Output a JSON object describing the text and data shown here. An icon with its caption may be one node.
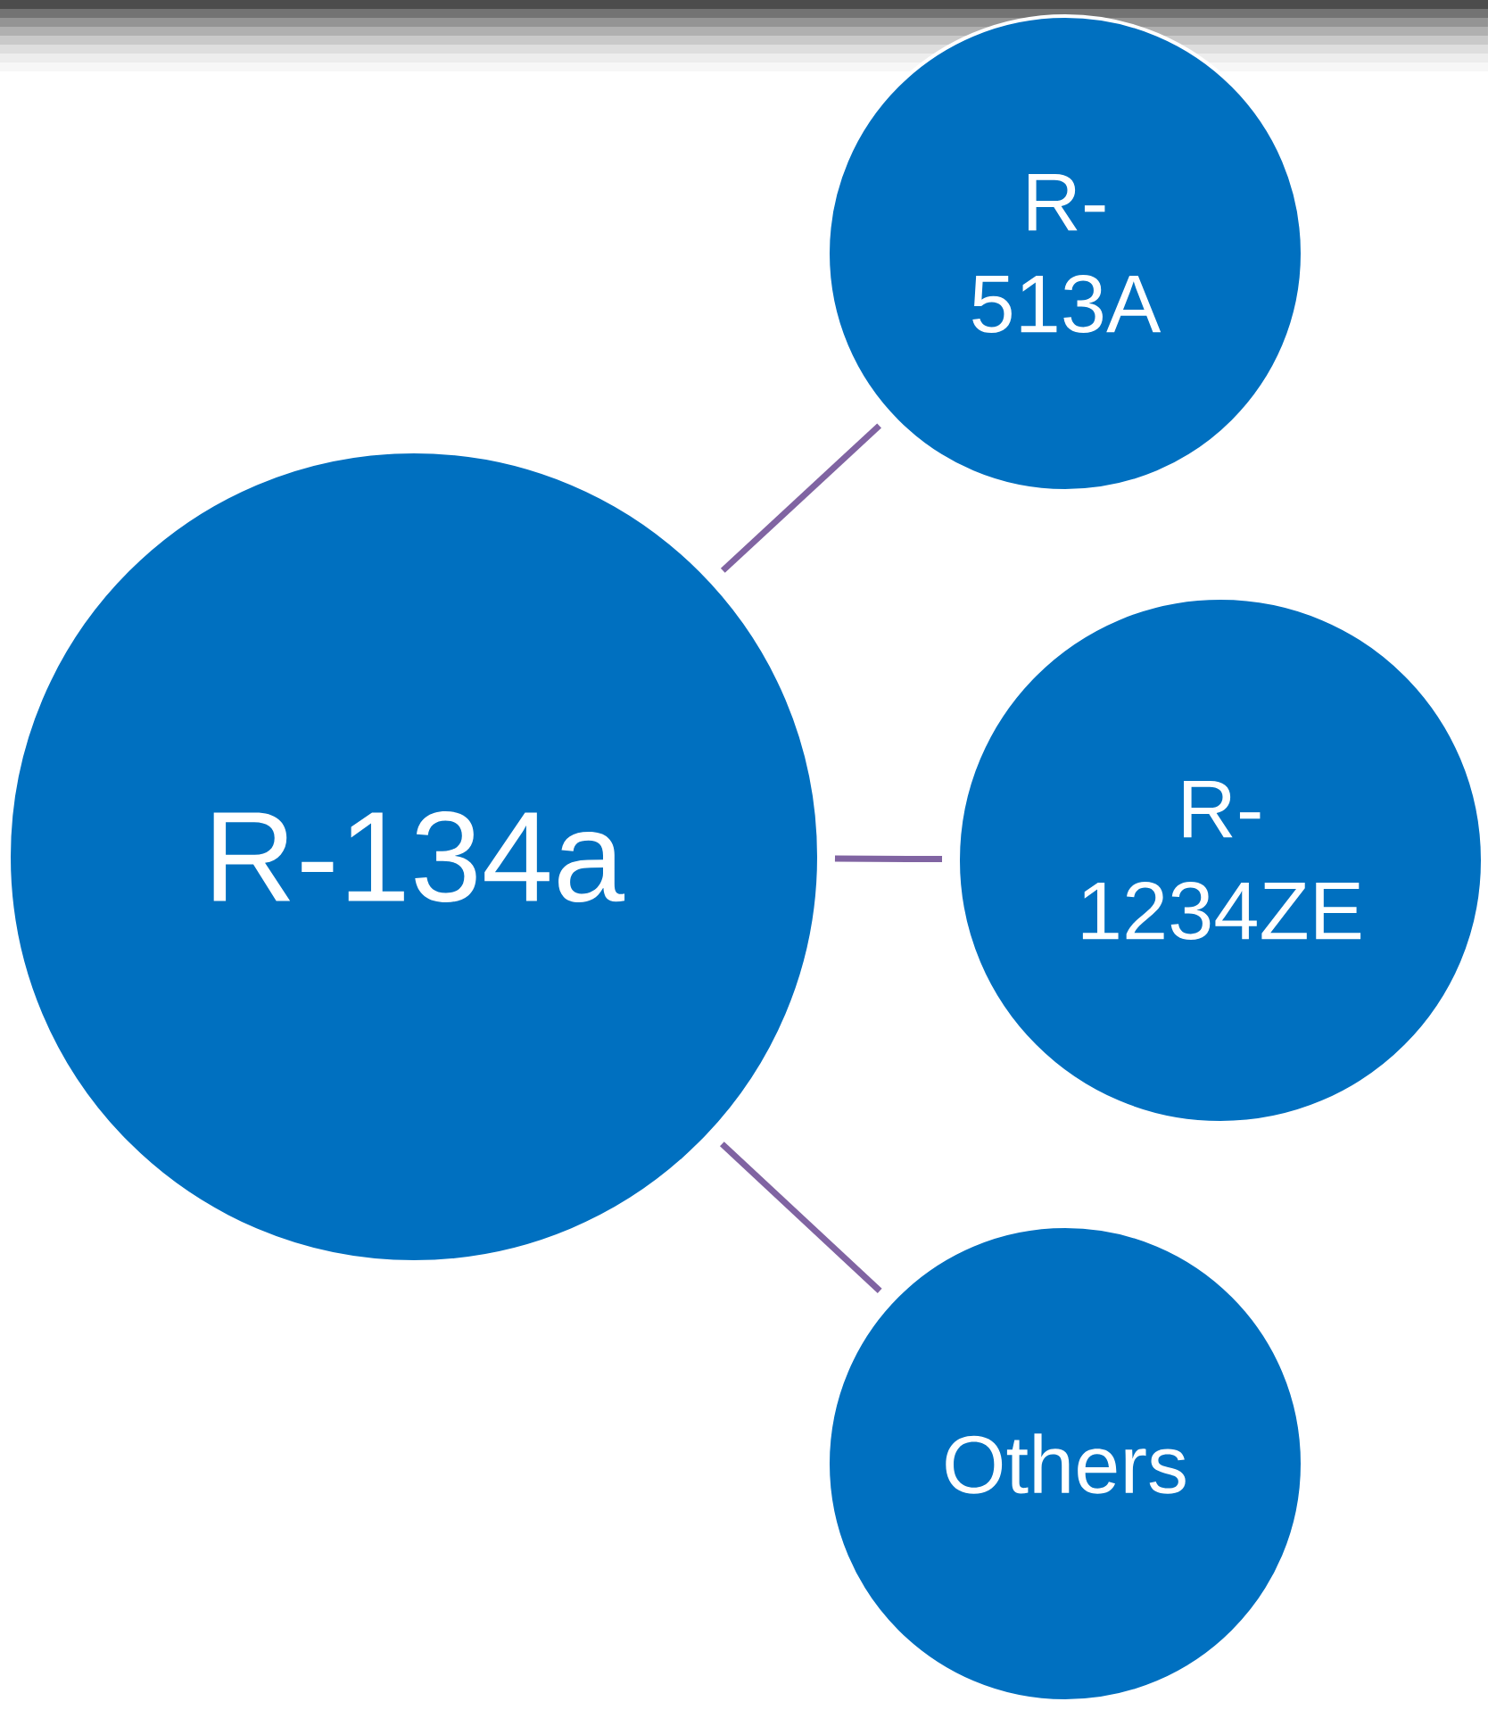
{
  "diagram": {
    "nodes": [
      {
        "text": [
          "R-134a"
        ]
      },
      {
        "text": [
          "R- 513A"
        ]
      },
      {
        "text": [
          "R- 1234ZE"
        ]
      },
      {
        "text": [
          "Others"
        ]
      }
    ],
    "edges": [
      {
        "from": 0,
        "to": 1,
        "arrow": "none"
      },
      {
        "from": 0,
        "to": 2,
        "arrow": "none"
      },
      {
        "from": 0,
        "to": 3,
        "arrow": "none"
      }
    ]
  }
}
